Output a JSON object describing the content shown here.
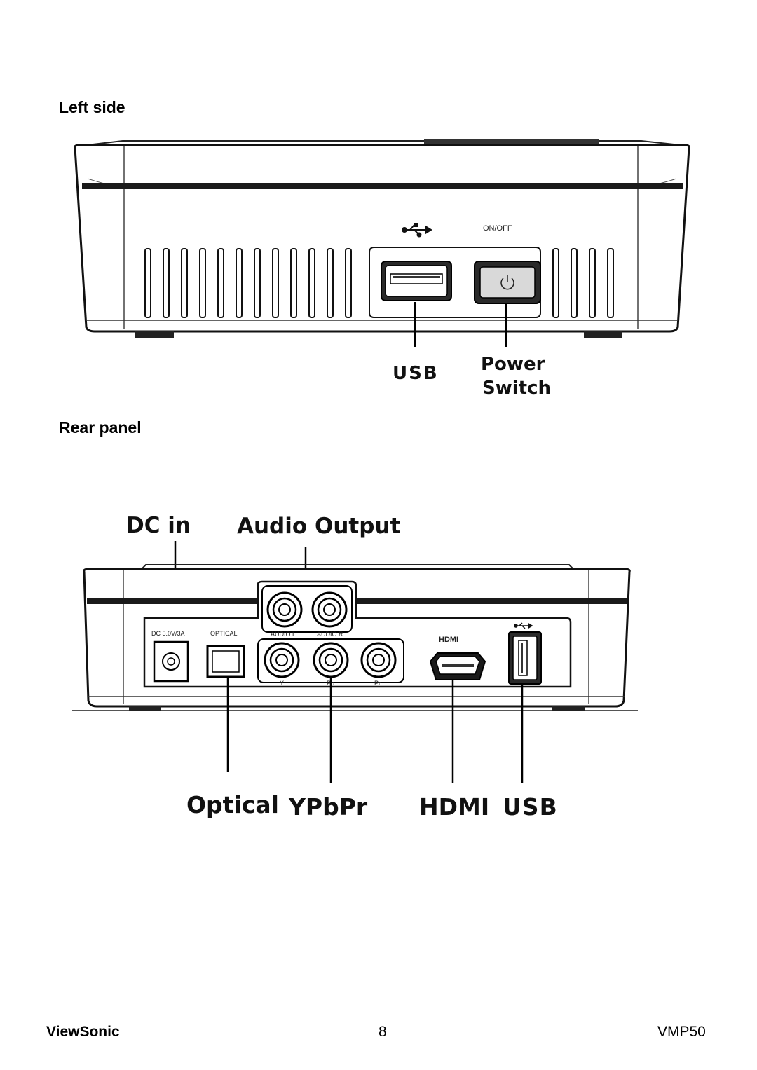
{
  "sections": {
    "left_side": {
      "heading": "Left side",
      "device_labels": {
        "power_print": "ON/OFF"
      },
      "callouts": {
        "usb": "USB",
        "power_line1": "Power",
        "power_line2": "Switch"
      }
    },
    "rear_panel": {
      "heading": "Rear panel",
      "device_labels": {
        "dc": "DC 5.0V/3A",
        "optical": "OPTICAL",
        "audio_l": "AUDIO L",
        "audio_r": "AUDIO R",
        "y": "Y",
        "pb": "Pb",
        "pr": "Pr",
        "hdmi": "HDMI"
      },
      "callouts": {
        "dc_in": "DC in",
        "audio_output": "Audio Output",
        "optical": "Optical",
        "ypbpr": "YPbPr",
        "hdmi": "HDMI",
        "usb": "USB"
      }
    }
  },
  "icons": [
    "usb-icon",
    "power-icon"
  ],
  "footer": {
    "brand": "ViewSonic",
    "page_number": "8",
    "model": "VMP50"
  }
}
